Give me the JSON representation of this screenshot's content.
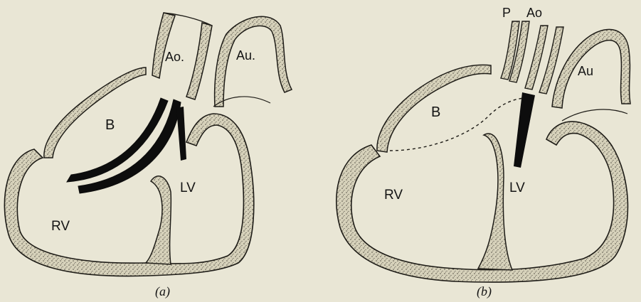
{
  "figure": {
    "panel_a": {
      "caption": "(a)",
      "labels": {
        "ao": "Ao.",
        "au": "Au.",
        "b": "B",
        "lv": "LV",
        "rv": "RV"
      }
    },
    "panel_b": {
      "caption": "(b)",
      "labels": {
        "p": "P",
        "ao": "Ao",
        "au": "Au",
        "b": "B",
        "lv": "LV",
        "rv": "RV"
      }
    }
  },
  "colors": {
    "paper": "#e9e6d5",
    "wall_fill": "#d0cbb4",
    "ink": "#141414"
  }
}
